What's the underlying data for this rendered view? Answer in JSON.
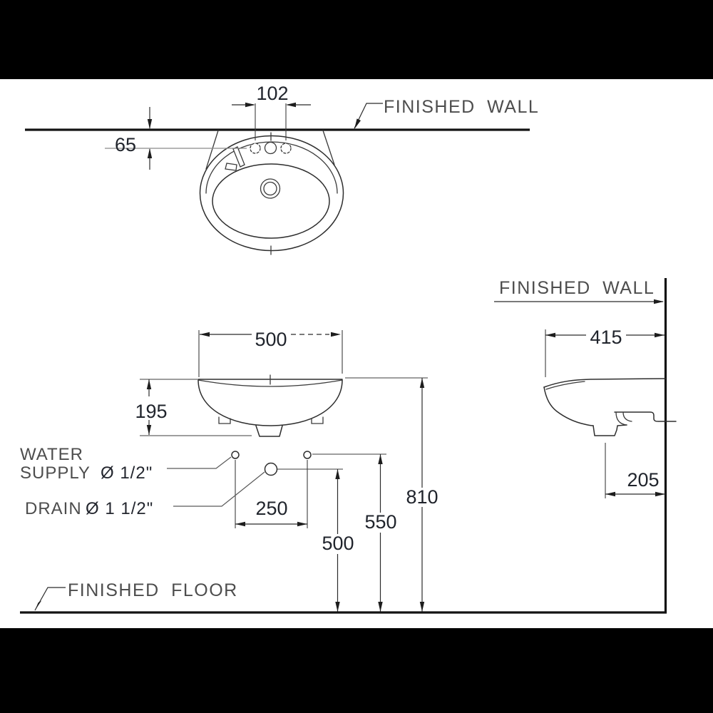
{
  "drawing": {
    "kind": "sanitary-ware installation drawing",
    "subject": "wall-hung oval wash basin - top, front and side views",
    "units": "mm",
    "colors": {
      "background": "#000000",
      "paper": "#ffffff",
      "line": "#2e2e2e",
      "heavy_line": "#131313",
      "dimension_text": "#20242c",
      "label_text": "#4d4d4d",
      "centerline_gray": "#8a8a8a"
    }
  },
  "labels": {
    "finished_wall_top": "FINISHED WALL",
    "finished_wall_side": "FINISHED WALL",
    "finished_floor": "FINISHED FLOOR",
    "water_line1": "WATER",
    "water_line2": "SUPPLY",
    "water_size": "Ø 1/2\"",
    "drain_label": "DRAIN",
    "drain_size": "Ø 1 1/2\""
  },
  "dimensions": {
    "faucet_hole_spacing": "102",
    "holes_to_wall": "65",
    "basin_width": "500",
    "rim_to_trap_depth": "195",
    "supply_spacing": "250",
    "drain_height": "500",
    "supply_height": "550",
    "rim_height": "810",
    "basin_depth_from_wall": "415",
    "trap_offset_from_wall": "205"
  }
}
